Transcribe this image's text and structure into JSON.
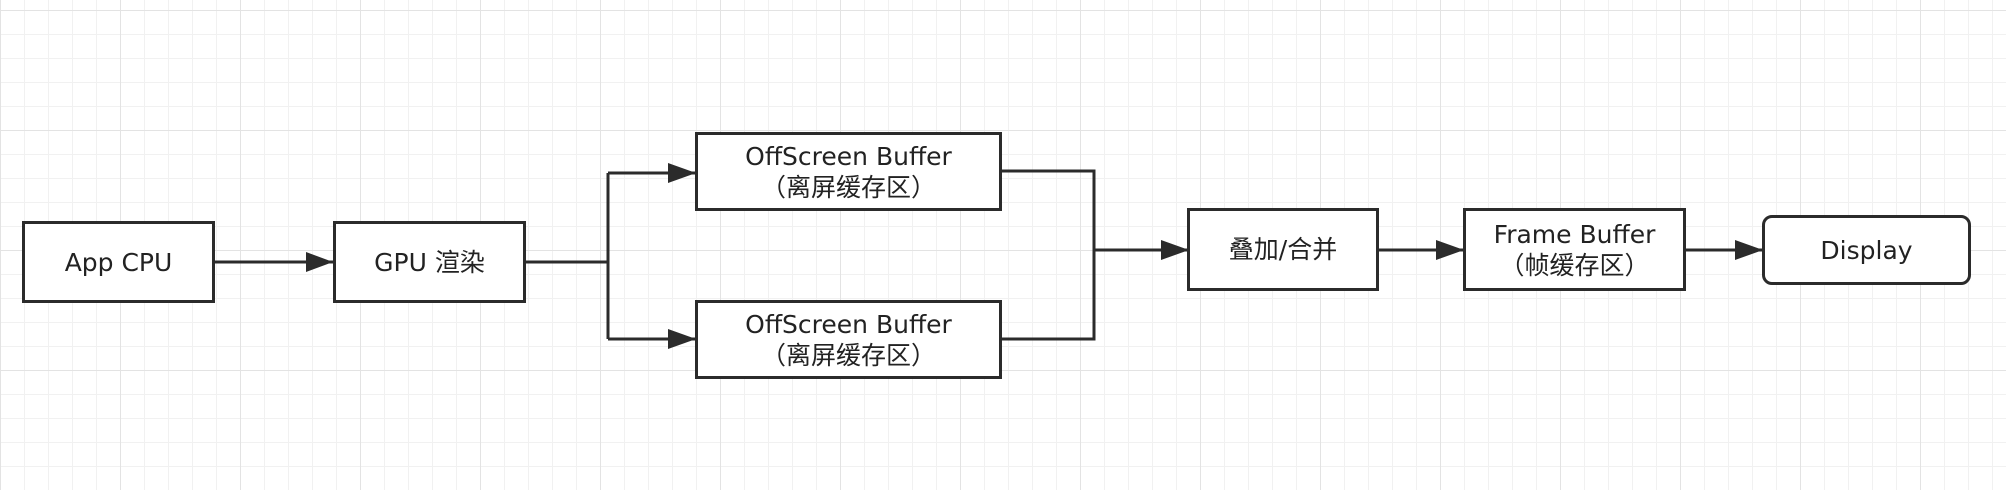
{
  "diagram": {
    "nodes": {
      "app_cpu": {
        "label": "App CPU"
      },
      "gpu_render": {
        "label": "GPU 渲染"
      },
      "offscreen_top": {
        "line1": "OffScreen Buffer",
        "line2": "（离屏缓存区）"
      },
      "offscreen_bottom": {
        "line1": "OffScreen Buffer",
        "line2": "（离屏缓存区）"
      },
      "composite": {
        "label": "叠加/合并"
      },
      "frame_buffer": {
        "line1": "Frame Buffer",
        "line2": "（帧缓存区）"
      },
      "display": {
        "label": "Display"
      }
    },
    "edges": [
      {
        "from": "app_cpu",
        "to": "gpu_render"
      },
      {
        "from": "gpu_render",
        "to": "offscreen_top"
      },
      {
        "from": "gpu_render",
        "to": "offscreen_bottom"
      },
      {
        "from": "offscreen_top",
        "to": "composite"
      },
      {
        "from": "offscreen_bottom",
        "to": "composite"
      },
      {
        "from": "composite",
        "to": "frame_buffer"
      },
      {
        "from": "frame_buffer",
        "to": "display"
      }
    ],
    "colors": {
      "stroke": "#2b2b2b",
      "grid": "#e3e3e3",
      "background": "#ffffff"
    }
  }
}
